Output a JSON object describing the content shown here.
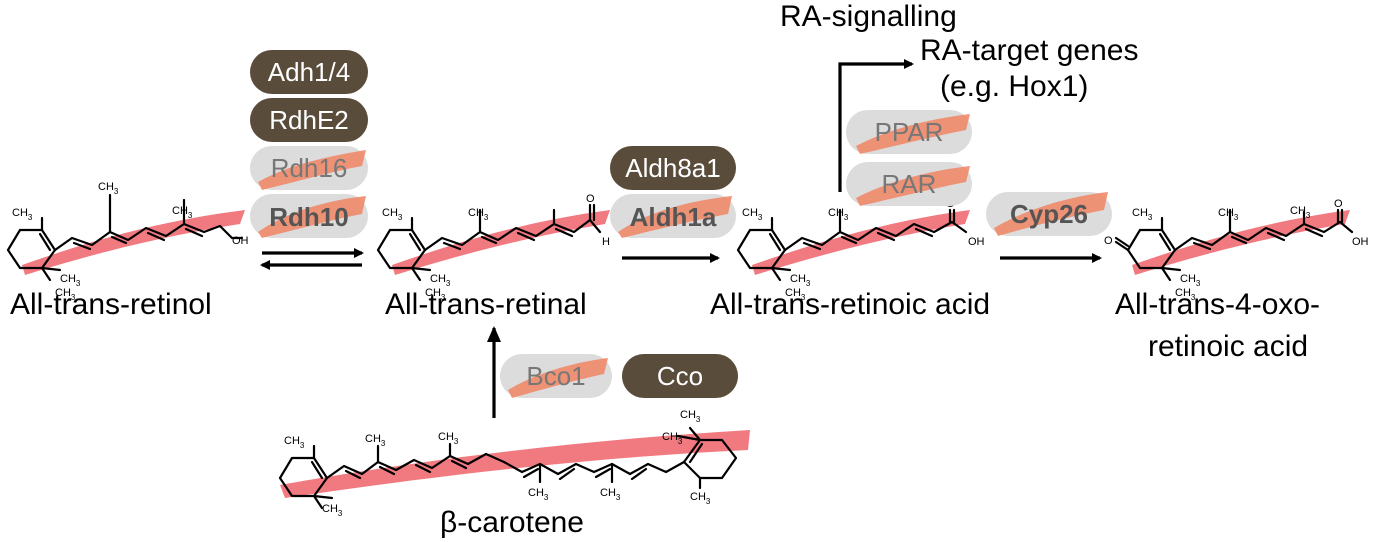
{
  "compounds": {
    "retinol": "All-trans-retinol",
    "retinal": "All-trans-retinal",
    "retinoic_acid": "All-trans-retinoic acid",
    "oxo_line1": "All-trans-4-oxo-",
    "oxo_line2": "retinoic acid",
    "carotene": "β-carotene"
  },
  "signalling": {
    "label": "RA-signalling",
    "target_line1": "RA-target genes",
    "target_line2": "(e.g. Hox1)"
  },
  "enzymes": {
    "adh": "Adh1/4",
    "rdhe2": "RdhE2",
    "rdh16": "Rdh16",
    "rdh10": "Rdh10",
    "aldh8a1": "Aldh8a1",
    "aldh1a": "Aldh1a",
    "ppar": "PPAR",
    "rar": "RAR",
    "cyp26": "Cyp26",
    "bco1": "Bco1",
    "cco": "Cco"
  },
  "atoms": {
    "methyl": "CH",
    "sub3": "3",
    "oh": "OH",
    "o": "O",
    "h": "H"
  },
  "colors": {
    "dark_pill": "#5a4c3b",
    "light_pill": "#dcdcdc",
    "highlight_pink": "#f06b72",
    "highlight_salmon": "#ef8a6a"
  }
}
